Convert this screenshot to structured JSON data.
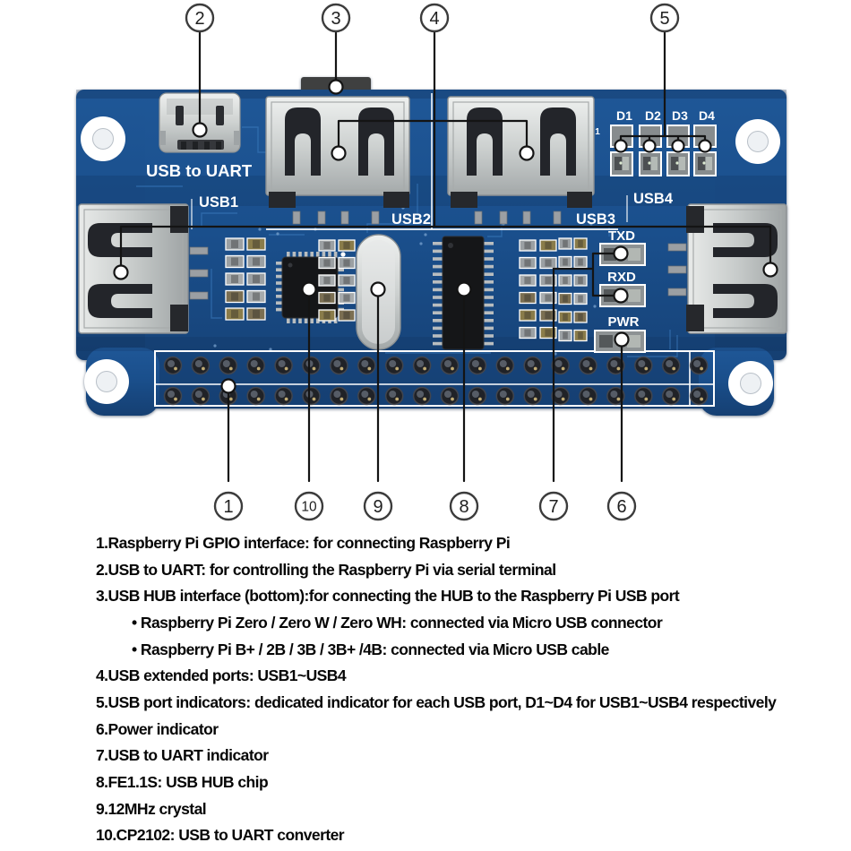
{
  "figure": {
    "board_labels": {
      "usb_to_uart": "USB to UART",
      "usb1": "USB1",
      "usb2": "USB2",
      "usb3": "USB3",
      "usb4": "USB4",
      "d1": "D1",
      "d2": "D2",
      "d3": "D3",
      "d4": "D4",
      "txd": "TXD",
      "rxd": "RXD",
      "pwr": "PWR",
      "led_pin1_mark": "1"
    },
    "callouts_top": [
      "2",
      "3",
      "4",
      "5"
    ],
    "callouts_bottom": [
      "1",
      "10",
      "9",
      "8",
      "7",
      "6"
    ]
  },
  "legend": {
    "items": [
      {
        "text": "1.Raspberry Pi GPIO interface: for connecting Raspberry Pi",
        "indent": false
      },
      {
        "text": "2.USB to UART: for controlling the Raspberry Pi via serial terminal",
        "indent": false
      },
      {
        "text": "3.USB HUB interface (bottom):for connecting the HUB to the Raspberry Pi USB port",
        "indent": false
      },
      {
        "text": "• Raspberry Pi Zero / Zero W / Zero WH: connected via Micro USB connector",
        "indent": true
      },
      {
        "text": "• Raspberry Pi B+ / 2B / 3B / 3B+ /4B: connected via Micro USB cable",
        "indent": true
      },
      {
        "text": "4.USB extended ports: USB1~USB4",
        "indent": false
      },
      {
        "text": "5.USB port indicators: dedicated indicator for each USB port, D1~D4 for USB1~USB4 respectively",
        "indent": false
      },
      {
        "text": "6.Power indicator",
        "indent": false
      },
      {
        "text": "7.USB to UART indicator",
        "indent": false
      },
      {
        "text": "8.FE1.1S: USB HUB chip",
        "indent": false
      },
      {
        "text": "9.12MHz crystal",
        "indent": false
      },
      {
        "text": "10.CP2102: USB to UART converter",
        "indent": false
      }
    ]
  },
  "colors": {
    "pcb_blue": "#1a4f8c",
    "pcb_edge": "#11385f",
    "trace_blue": "#3c7dc0",
    "silkscreen": "#ffffff",
    "metal_silver": "#c9cdcd",
    "chip_black": "#151618",
    "connector_dark": "#3f4040",
    "callout_ink": "#141414"
  }
}
